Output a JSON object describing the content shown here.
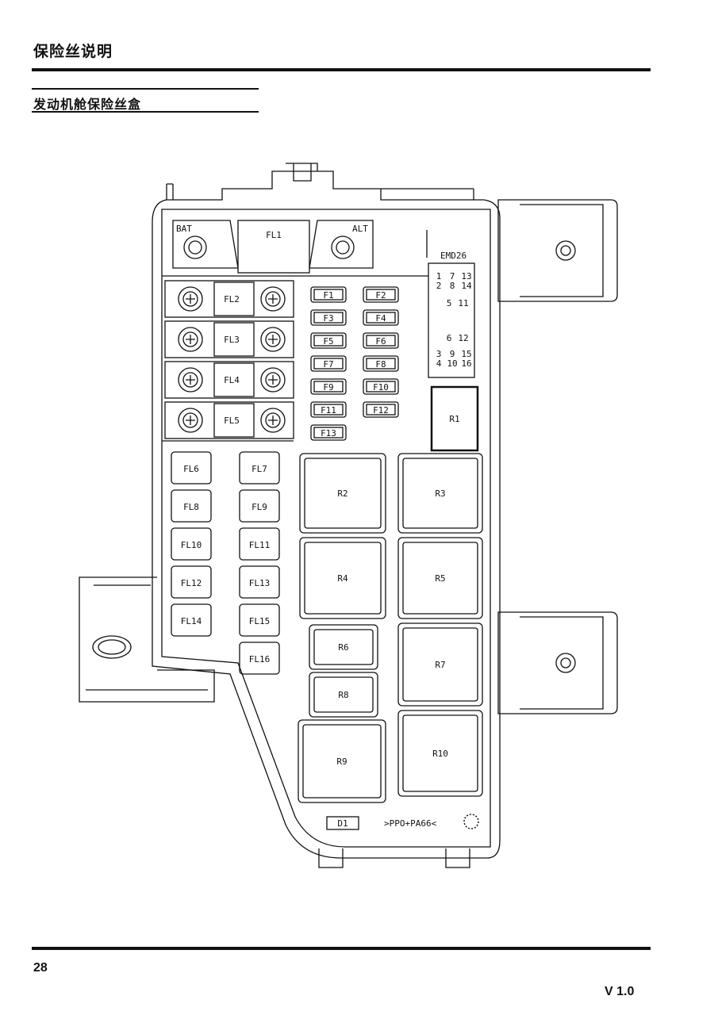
{
  "header": {
    "title": "保险丝说明",
    "subtitle": "发动机舱保险丝盒"
  },
  "footer": {
    "page_number": "28",
    "version": "V 1.0"
  },
  "diagram": {
    "terminals": {
      "bat": "BAT",
      "alt": "ALT",
      "fl1": "FL1"
    },
    "module_label": "EMD26",
    "relay_r1": "R1",
    "bolt_fuses": [
      "FL2",
      "FL3",
      "FL4",
      "FL5"
    ],
    "mini_fuses": [
      "F1",
      "F2",
      "F3",
      "F4",
      "F5",
      "F6",
      "F7",
      "F8",
      "F9",
      "F10",
      "F11",
      "F12",
      "F13"
    ],
    "fusible_links": [
      "FL6",
      "FL7",
      "FL8",
      "FL9",
      "FL10",
      "FL11",
      "FL12",
      "FL13",
      "FL14",
      "FL15",
      "FL16"
    ],
    "relays": [
      "R2",
      "R3",
      "R4",
      "R5",
      "R6",
      "R7",
      "R8",
      "R9",
      "R10"
    ],
    "diode": "D1",
    "material": ">PPO+PA66<",
    "connector_pins": [
      "1",
      "7",
      "2",
      "8",
      "13",
      "14",
      "5",
      "11",
      "3",
      "9",
      "4",
      "10",
      "6",
      "12",
      "15",
      "16"
    ]
  }
}
